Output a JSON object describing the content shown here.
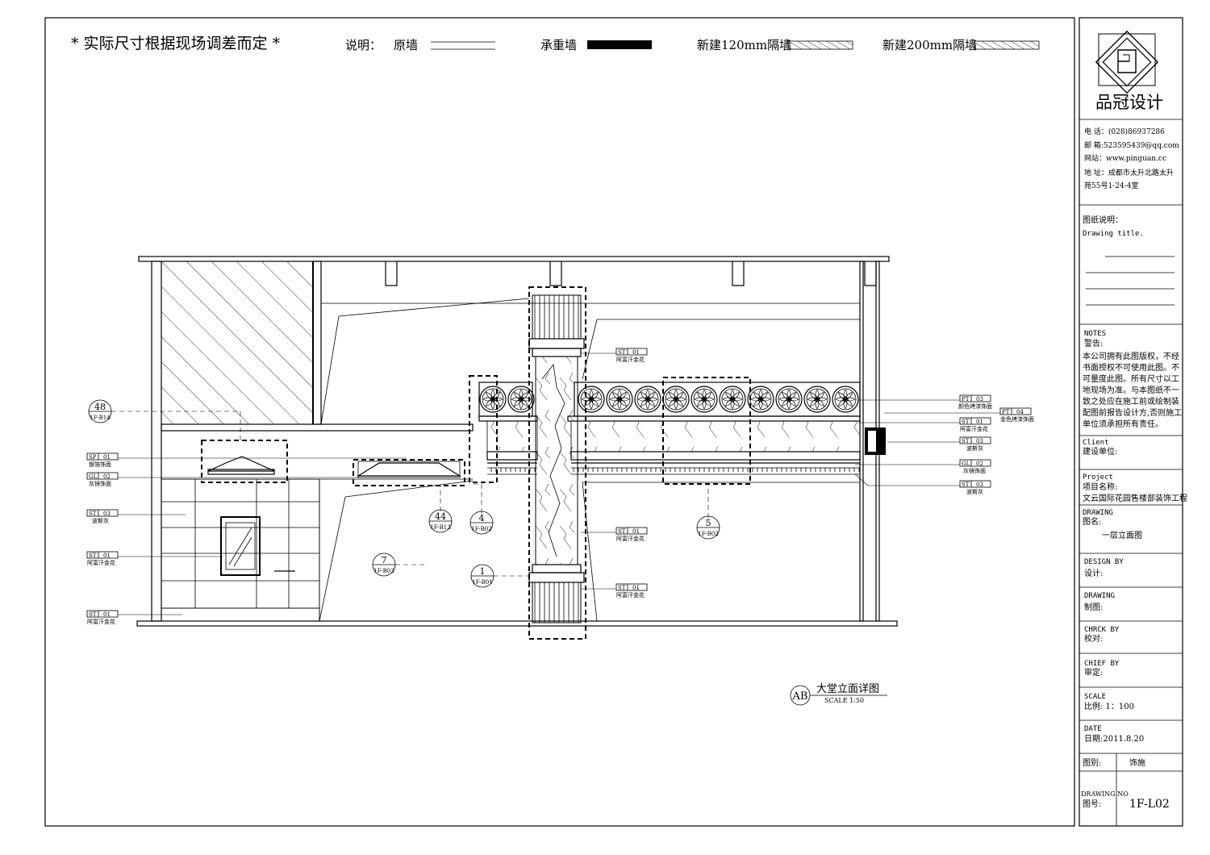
{
  "legend": {
    "note": "* 实际尺寸根据现场调差而定 *",
    "explain_label": "说明：",
    "orig_wall": "原墙",
    "bearing_wall": "承重墙",
    "new_120": "新建120mm隔墙",
    "new_200": "新建200mm隔墙"
  },
  "titleblock": {
    "company": "品冠设计",
    "phone": "电 话：(028)86937286",
    "email": "邮 箱:523595439@qq.com",
    "website": "网站：www.pinguan.cc",
    "address_1": "地 址：成都市太升北路太升",
    "address_2": "苑55号1-24-4室",
    "drawing_title_cn": "图纸说明：",
    "drawing_title_en": "Drawing title.",
    "notes_en": "NOTES",
    "notes_cn": "警告:",
    "notes_lines": [
      "本公司拥有此图版权，不经",
      "书面授权不可使用此图。不",
      "可量度此图。所有尺寸以工",
      "地现场为准。与本图纸不一",
      "致之处应在施工前或绘制装",
      "配图前报告设计方,否则施工",
      "单位须承担所有责任。"
    ],
    "client_en": "Client",
    "client_cn": "建设单位:",
    "project_en": "Project",
    "project_cn": "项目名称:",
    "project_name": "文云国际花园售楼部装饰工程",
    "drawing_en": "DRAWING",
    "drawing_cn": "图名:",
    "drawing_name": "一层立面图",
    "design_en": "DESIGN BY",
    "design_cn": "设计:",
    "drawn_en": "DRAWING",
    "drawn_cn": "制图:",
    "check_en": "CHRCK BY",
    "check_cn": "校对:",
    "chief_en": "CHIEF BY",
    "chief_cn": "审定:",
    "scale_en": "SCALE",
    "scale_cn": "比例: 1：100",
    "date_en": "DATE",
    "date_cn": "日期:2011.8.20",
    "category_label": "图别:",
    "category_value": "饰施",
    "number_en": "DRAWING NO",
    "number_cn": "图号:",
    "number_value": "1F-L02"
  },
  "drawing": {
    "view_mark": "AB",
    "view_title": "大堂立面详图",
    "view_scale": "SCALE 1:50"
  },
  "callouts": [
    {
      "top": "48",
      "bottom": "1F-B14"
    },
    {
      "top": "44",
      "bottom": "1F-B13"
    },
    {
      "top": "4",
      "bottom": "1F-B02"
    },
    {
      "top": "5",
      "bottom": "1F-B02"
    },
    {
      "top": "7",
      "bottom": "1F-B03"
    },
    {
      "top": "1",
      "bottom": "1F-B01"
    }
  ],
  "tags": {
    "sp01": {
      "code": "SP",
      "num": "01",
      "desc": "银箔饰面"
    },
    "gl02_left": {
      "code": "GL",
      "num": "02",
      "desc": "灰镜饰面"
    },
    "st03_left": {
      "code": "ST",
      "num": "03",
      "desc": "波斯灰"
    },
    "st01_left_a": {
      "code": "ST",
      "num": "01",
      "desc": "阿富汗金花"
    },
    "st01_left_b": {
      "code": "ST",
      "num": "01",
      "desc": "阿富汗金花"
    },
    "st01_col_top": {
      "code": "ST",
      "num": "01",
      "desc": "阿富汗金花"
    },
    "st01_col_mid": {
      "code": "ST",
      "num": "01",
      "desc": "阿富汗金花"
    },
    "st01_col_bot": {
      "code": "ST",
      "num": "01",
      "desc": "阿富汗金花"
    },
    "pt03": {
      "code": "PT",
      "num": "03",
      "desc": "颜色烤漆饰面"
    },
    "pt04": {
      "code": "PT",
      "num": "04",
      "desc": "金色烤漆饰面"
    },
    "st01_right": {
      "code": "ST",
      "num": "01",
      "desc": "阿富汗金花"
    },
    "st03_right_a": {
      "code": "ST",
      "num": "03",
      "desc": "波斯灰"
    },
    "gl02_right": {
      "code": "GL",
      "num": "02",
      "desc": "灰镜饰面"
    },
    "st03_right_b": {
      "code": "ST",
      "num": "03",
      "desc": "波斯灰"
    }
  }
}
